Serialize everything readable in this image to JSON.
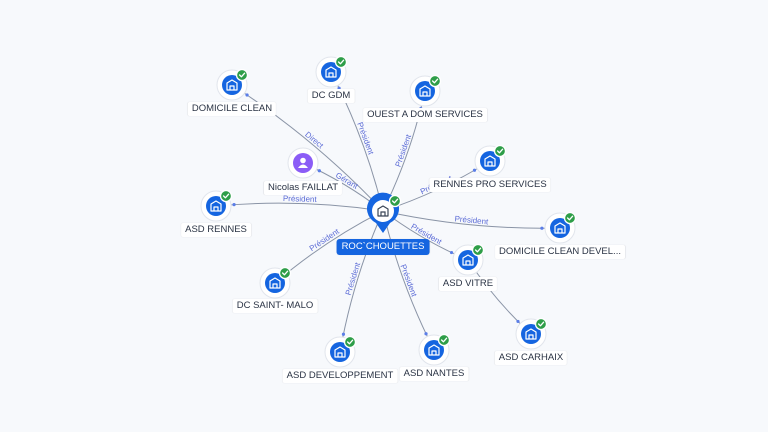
{
  "center": {
    "name": "ROC`CHOUETTES"
  },
  "nodes": [
    {
      "id": "domicile_clean",
      "name": "DOMICILE CLEAN",
      "type": "company",
      "verified": true
    },
    {
      "id": "dc_gdm",
      "name": "DC GDM",
      "type": "company",
      "verified": true
    },
    {
      "id": "ouest_a_dom",
      "name": "OUEST A DOM SERVICES",
      "type": "company",
      "verified": true
    },
    {
      "id": "rennes_pro",
      "name": "RENNES PRO SERVICES",
      "type": "company",
      "verified": true
    },
    {
      "id": "nicolas",
      "name": "Nicolas FAILLAT",
      "type": "person",
      "verified": false
    },
    {
      "id": "asd_rennes",
      "name": "ASD RENNES",
      "type": "company",
      "verified": true
    },
    {
      "id": "domicile_clean_devel",
      "name": "DOMICILE CLEAN DEVEL...",
      "type": "company",
      "verified": true
    },
    {
      "id": "asd_vitre",
      "name": "ASD VITRE",
      "type": "company",
      "verified": true
    },
    {
      "id": "dc_saint_malo",
      "name": "DC SAINT- MALO",
      "type": "company",
      "verified": true
    },
    {
      "id": "asd_carhaix",
      "name": "ASD CARHAIX",
      "type": "company",
      "verified": true
    },
    {
      "id": "asd_developpement",
      "name": "ASD DEVELOPPEMENT",
      "type": "company",
      "verified": true
    },
    {
      "id": "asd_nantes",
      "name": "ASD NANTES",
      "type": "company",
      "verified": true
    }
  ],
  "edges": [
    {
      "from": "center",
      "to": "domicile_clean",
      "label": "Direct"
    },
    {
      "from": "center",
      "to": "dc_gdm",
      "label": "Président"
    },
    {
      "from": "center",
      "to": "ouest_a_dom",
      "label": "Président"
    },
    {
      "from": "center",
      "to": "rennes_pro",
      "label": "Président"
    },
    {
      "from": "center",
      "to": "nicolas",
      "label": "Gérant"
    },
    {
      "from": "center",
      "to": "asd_rennes",
      "label": "Président"
    },
    {
      "from": "center",
      "to": "domicile_clean_devel",
      "label": "Président"
    },
    {
      "from": "center",
      "to": "asd_vitre",
      "label": "Président"
    },
    {
      "from": "center",
      "to": "dc_saint_malo",
      "label": "Président"
    },
    {
      "from": "asd_vitre",
      "to": "asd_carhaix",
      "label": ""
    },
    {
      "from": "center",
      "to": "asd_developpement",
      "label": "Président"
    },
    {
      "from": "center",
      "to": "asd_nantes",
      "label": "Président"
    }
  ],
  "colors": {
    "company": "#1565e0",
    "person": "#8b5cf6",
    "verified": "#2e9e48",
    "edge": "#8a94a6",
    "edge_label": "#5b6bd6",
    "background": "#f7f9fc"
  },
  "icons": {
    "company": "building-icon",
    "person": "person-icon",
    "verified": "check-badge-icon"
  }
}
